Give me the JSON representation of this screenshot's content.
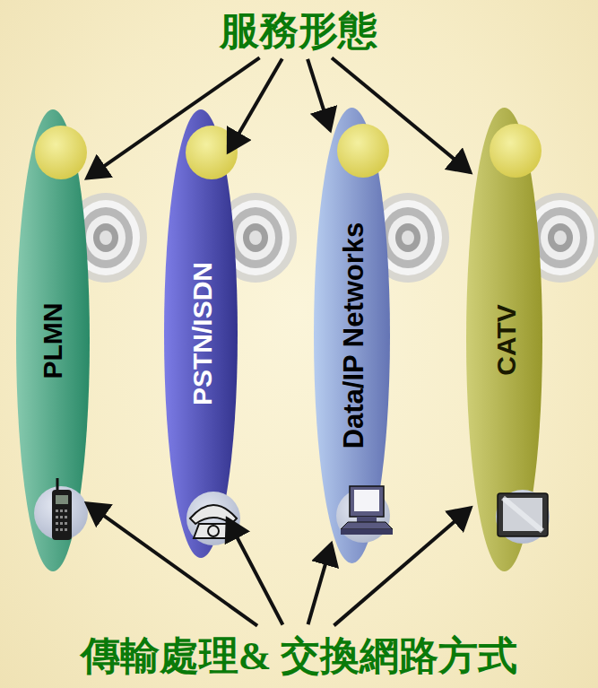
{
  "diagram": {
    "nodes": [
      {
        "text": [
          "服務形態"
        ]
      },
      {
        "text": [
          "PLMN"
        ]
      },
      {
        "text": [
          "PSTN/ISDN"
        ]
      },
      {
        "text": [
          "Data/IP Networks"
        ]
      },
      {
        "text": [
          "CATV"
        ]
      },
      {
        "text": [
          "傳輸處理& 交換網路方式"
        ]
      }
    ],
    "edges": [
      {
        "from": 0,
        "to": 1,
        "arrow": "to"
      },
      {
        "from": 0,
        "to": 2,
        "arrow": "to"
      },
      {
        "from": 0,
        "to": 3,
        "arrow": "to"
      },
      {
        "from": 0,
        "to": 4,
        "arrow": "to"
      },
      {
        "from": 5,
        "to": 1,
        "arrow": "to"
      },
      {
        "from": 5,
        "to": 2,
        "arrow": "to"
      },
      {
        "from": 5,
        "to": 3,
        "arrow": "to"
      },
      {
        "from": 5,
        "to": 4,
        "arrow": "to"
      }
    ]
  }
}
